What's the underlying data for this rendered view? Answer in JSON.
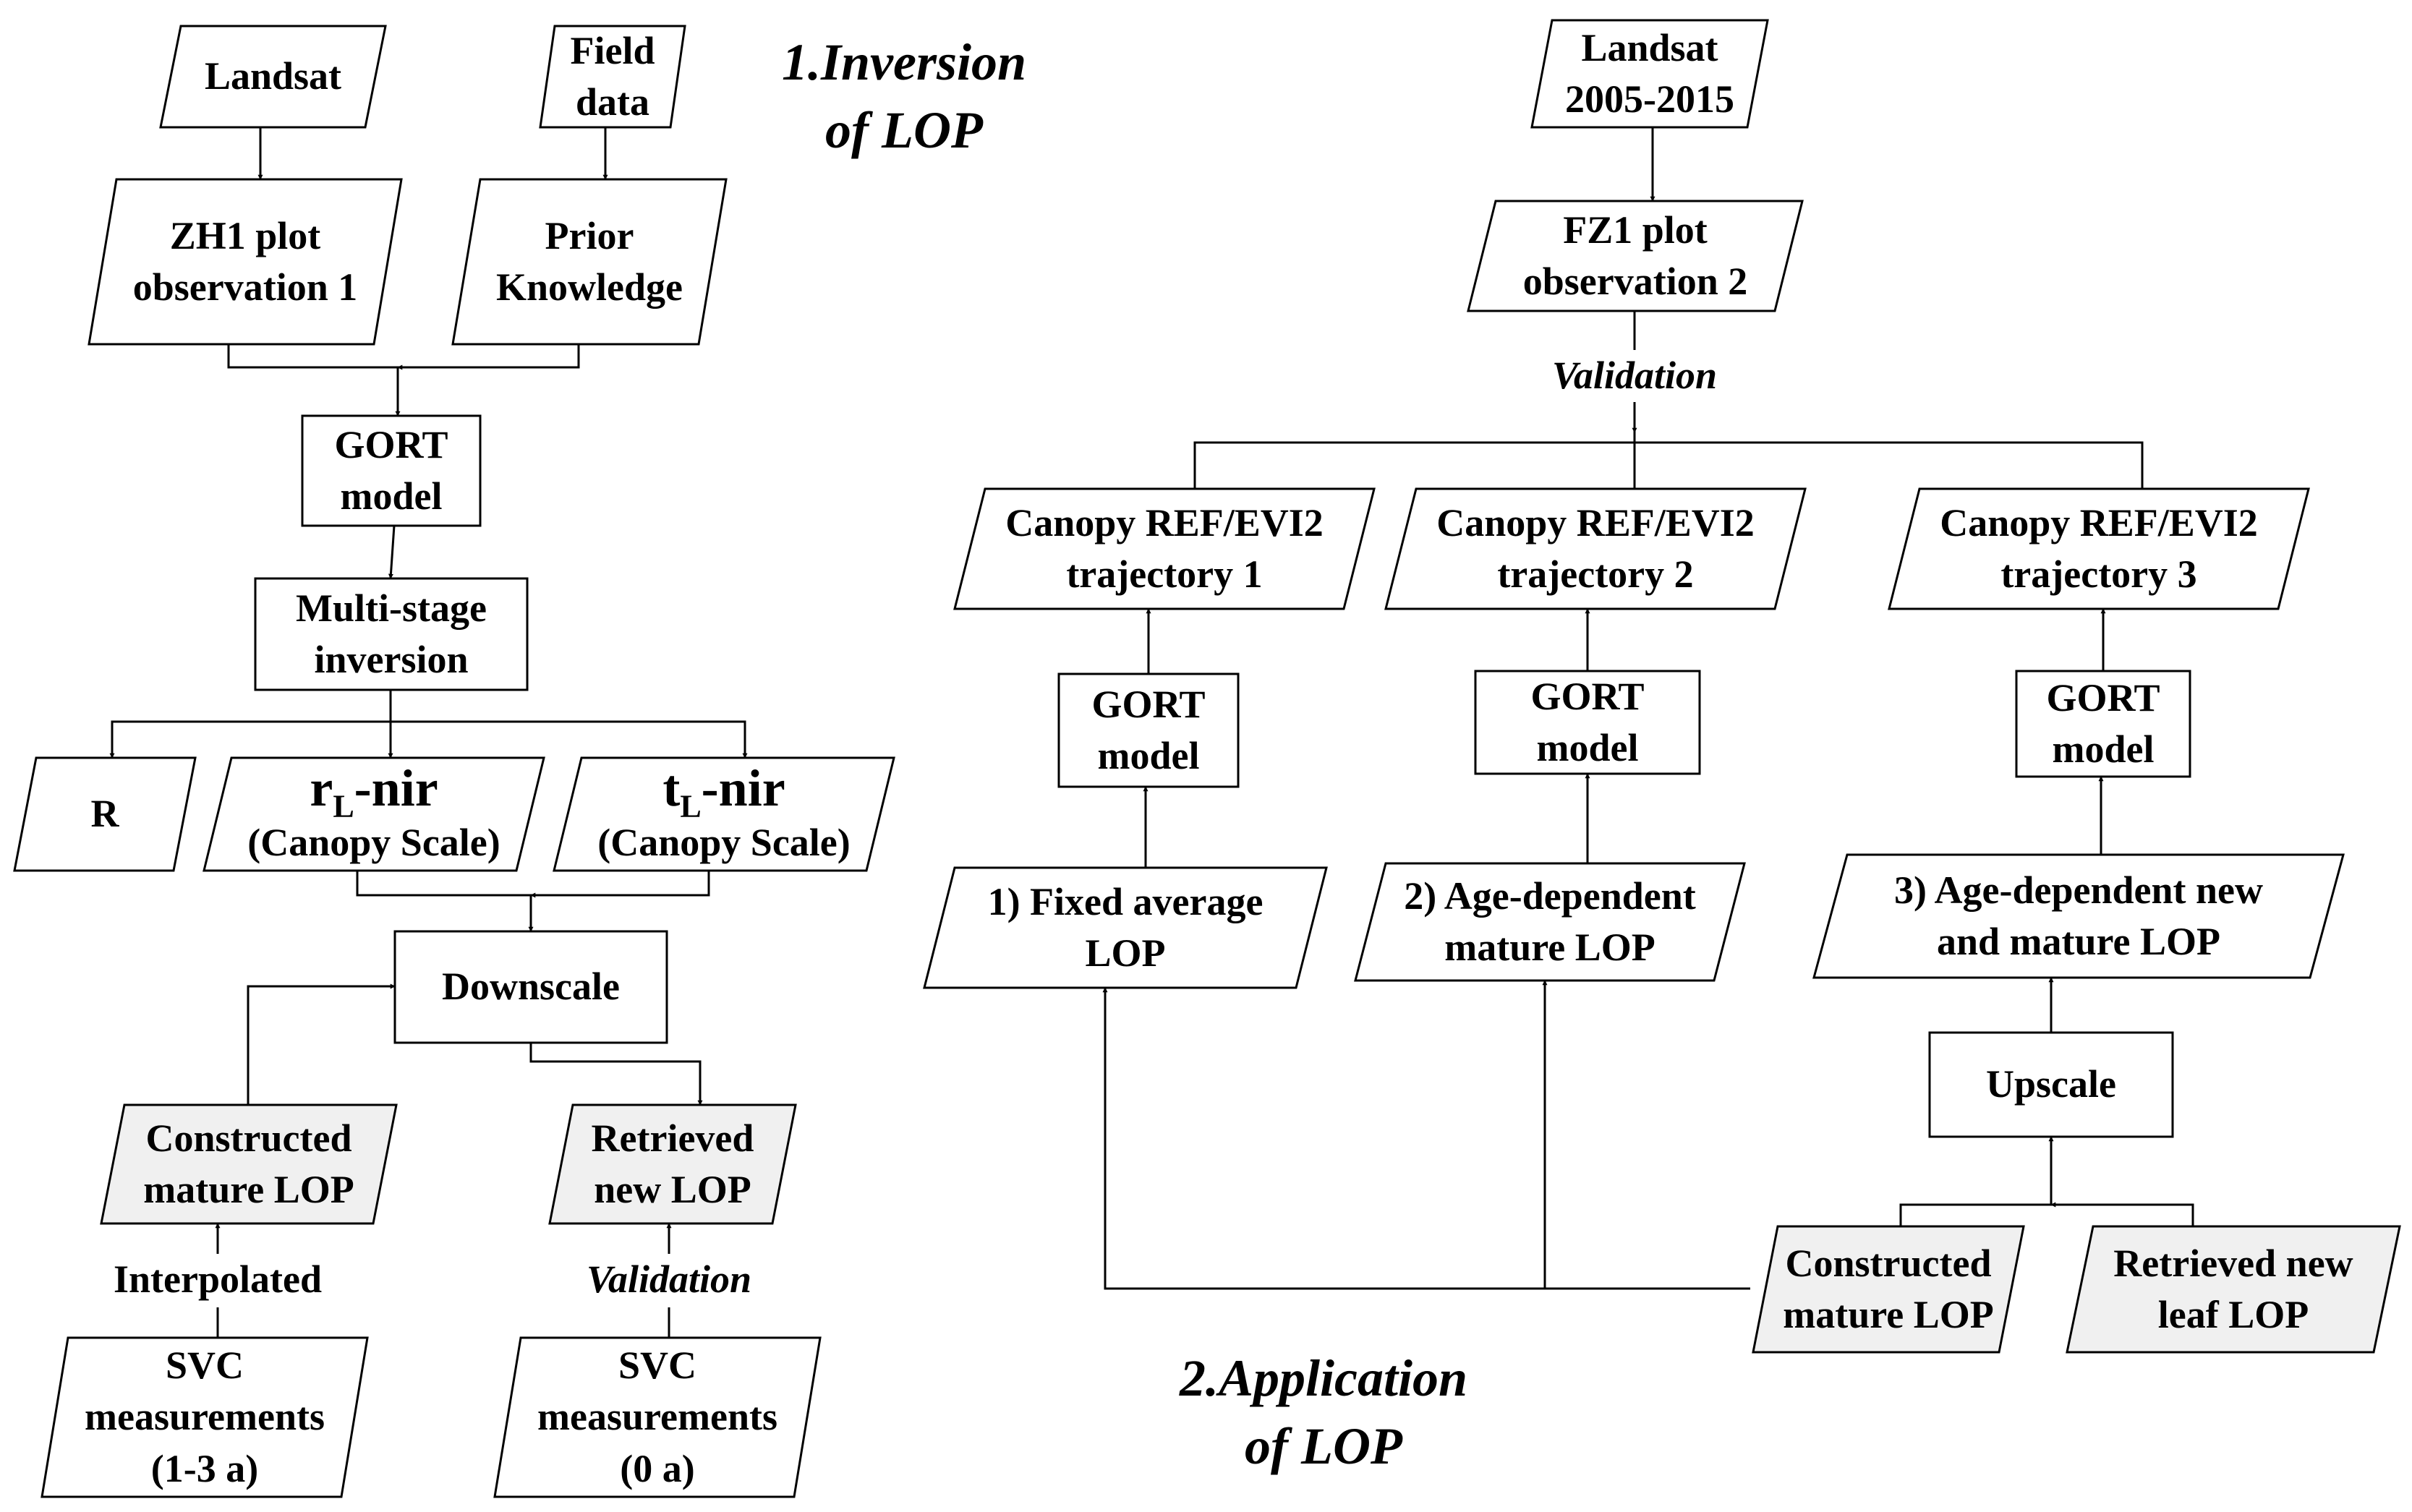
{
  "sections": {
    "inversion": [
      "1.Inversion",
      "of LOP"
    ],
    "application": [
      "2.Application",
      "of LOP"
    ]
  },
  "colors": {
    "line": "#000000",
    "fill_default": "#ffffff",
    "fill_shaded": "#f0f0f0"
  },
  "nodes": [
    {
      "id": "landsat",
      "shape": "data",
      "lines": [
        "Landsat"
      ]
    },
    {
      "id": "field_data",
      "shape": "data",
      "lines": [
        "Field",
        "data"
      ]
    },
    {
      "id": "zh1_plot",
      "shape": "data",
      "lines": [
        "ZH1 plot",
        "observation 1"
      ]
    },
    {
      "id": "prior_knowledge",
      "shape": "data",
      "lines": [
        "Prior",
        "Knowledge"
      ]
    },
    {
      "id": "gort_inversion",
      "shape": "process",
      "lines": [
        "GORT",
        "model"
      ]
    },
    {
      "id": "multi_stage",
      "shape": "process",
      "lines": [
        "Multi-stage",
        "inversion"
      ]
    },
    {
      "id": "r_param",
      "shape": "data",
      "lines": [
        "R"
      ]
    },
    {
      "id": "rl_nir",
      "shape": "data",
      "main": "r",
      "sub": "L",
      "rest": "-nir",
      "scale": "(Canopy Scale)"
    },
    {
      "id": "tl_nir",
      "shape": "data",
      "main": "t",
      "sub": "L",
      "rest": "-nir",
      "scale": "(Canopy Scale)"
    },
    {
      "id": "downscale",
      "shape": "process",
      "lines": [
        "Downscale"
      ]
    },
    {
      "id": "constructed_mature_1",
      "shape": "data",
      "shaded": true,
      "lines": [
        "Constructed",
        "mature LOP"
      ]
    },
    {
      "id": "retrieved_new_1",
      "shape": "data",
      "shaded": true,
      "lines": [
        "Retrieved",
        "new LOP"
      ]
    },
    {
      "id": "svc_13a",
      "shape": "data",
      "lines": [
        "SVC",
        "measurements",
        "(1-3 a)"
      ]
    },
    {
      "id": "svc_0a",
      "shape": "data",
      "lines": [
        "SVC",
        "measurements",
        "(0 a)"
      ]
    },
    {
      "id": "landsat_0515",
      "shape": "data",
      "lines": [
        "Landsat",
        "2005-2015"
      ]
    },
    {
      "id": "fz1_plot",
      "shape": "data",
      "lines": [
        "FZ1 plot",
        "observation 2"
      ]
    },
    {
      "id": "traj_1",
      "shape": "data",
      "lines": [
        "Canopy REF/EVI2",
        "trajectory 1"
      ]
    },
    {
      "id": "traj_2",
      "shape": "data",
      "lines": [
        "Canopy REF/EVI2",
        "trajectory 2"
      ]
    },
    {
      "id": "traj_3",
      "shape": "data",
      "lines": [
        "Canopy REF/EVI2",
        "trajectory 3"
      ]
    },
    {
      "id": "gort_1",
      "shape": "process",
      "lines": [
        "GORT",
        "model"
      ]
    },
    {
      "id": "gort_2",
      "shape": "process",
      "lines": [
        "GORT",
        "model"
      ]
    },
    {
      "id": "gort_3",
      "shape": "process",
      "lines": [
        "GORT",
        "model"
      ]
    },
    {
      "id": "fixed_avg",
      "shape": "data",
      "lines": [
        "1) Fixed average",
        "LOP"
      ]
    },
    {
      "id": "age_mature",
      "shape": "data",
      "lines": [
        "2) Age-dependent",
        "mature LOP"
      ]
    },
    {
      "id": "age_new_mature",
      "shape": "data",
      "lines": [
        "3) Age-dependent new",
        "and mature LOP"
      ]
    },
    {
      "id": "upscale",
      "shape": "process",
      "lines": [
        "Upscale"
      ]
    },
    {
      "id": "constructed_mature_2",
      "shape": "data",
      "shaded": true,
      "lines": [
        "Constructed",
        "mature LOP"
      ]
    },
    {
      "id": "retrieved_new_leaf",
      "shape": "data",
      "shaded": true,
      "lines": [
        "Retrieved new",
        "leaf LOP"
      ]
    }
  ],
  "edge_labels": [
    {
      "id": "interpolated",
      "text": "Interpolated",
      "italic": false
    },
    {
      "id": "validation_left",
      "text": "Validation",
      "italic": true
    },
    {
      "id": "validation_right",
      "text": "Validation",
      "italic": true
    }
  ],
  "edges": [
    {
      "from": "landsat",
      "to": "zh1_plot",
      "arrow": true
    },
    {
      "from": "field_data",
      "to": "prior_knowledge",
      "arrow": true
    },
    {
      "from": "zh1_plot",
      "to": "gort_inversion",
      "arrow": true
    },
    {
      "from": "prior_knowledge",
      "to": "gort_inversion",
      "arrow": true
    },
    {
      "from": "gort_inversion",
      "to": "multi_stage",
      "arrow": true
    },
    {
      "from": "multi_stage",
      "to": "r_param",
      "arrow": true
    },
    {
      "from": "multi_stage",
      "to": "rl_nir",
      "arrow": true
    },
    {
      "from": "multi_stage",
      "to": "tl_nir",
      "arrow": true
    },
    {
      "from": "rl_nir",
      "to": "downscale",
      "arrow": true
    },
    {
      "from": "tl_nir",
      "to": "downscale",
      "arrow": true
    },
    {
      "from": "constructed_mature_1",
      "to": "downscale",
      "arrow": true
    },
    {
      "from": "downscale",
      "to": "retrieved_new_1",
      "arrow": true
    },
    {
      "from": "svc_13a",
      "to": "constructed_mature_1",
      "arrow": true,
      "label": "interpolated"
    },
    {
      "from": "svc_0a",
      "to": "retrieved_new_1",
      "arrow": true,
      "label": "validation_left"
    },
    {
      "from": "landsat_0515",
      "to": "fz1_plot",
      "arrow": true
    },
    {
      "from": "fz1_plot",
      "to": "traj_1",
      "arrow": false,
      "label": "validation_right"
    },
    {
      "from": "fz1_plot",
      "to": "traj_2",
      "arrow": false
    },
    {
      "from": "fz1_plot",
      "to": "traj_3",
      "arrow": false
    },
    {
      "from": "gort_1",
      "to": "traj_1",
      "arrow": true
    },
    {
      "from": "gort_2",
      "to": "traj_2",
      "arrow": true
    },
    {
      "from": "gort_3",
      "to": "traj_3",
      "arrow": true
    },
    {
      "from": "fixed_avg",
      "to": "gort_1",
      "arrow": true
    },
    {
      "from": "age_mature",
      "to": "gort_2",
      "arrow": true
    },
    {
      "from": "age_new_mature",
      "to": "gort_3",
      "arrow": true
    },
    {
      "from": "upscale",
      "to": "age_new_mature",
      "arrow": true
    },
    {
      "from": "constructed_mature_2",
      "to": "upscale",
      "arrow": true
    },
    {
      "from": "retrieved_new_leaf",
      "to": "upscale",
      "arrow": true
    },
    {
      "from": "constructed_mature_2",
      "to": "fixed_avg",
      "arrow": true
    },
    {
      "from": "constructed_mature_2",
      "to": "age_mature",
      "arrow": true
    }
  ]
}
